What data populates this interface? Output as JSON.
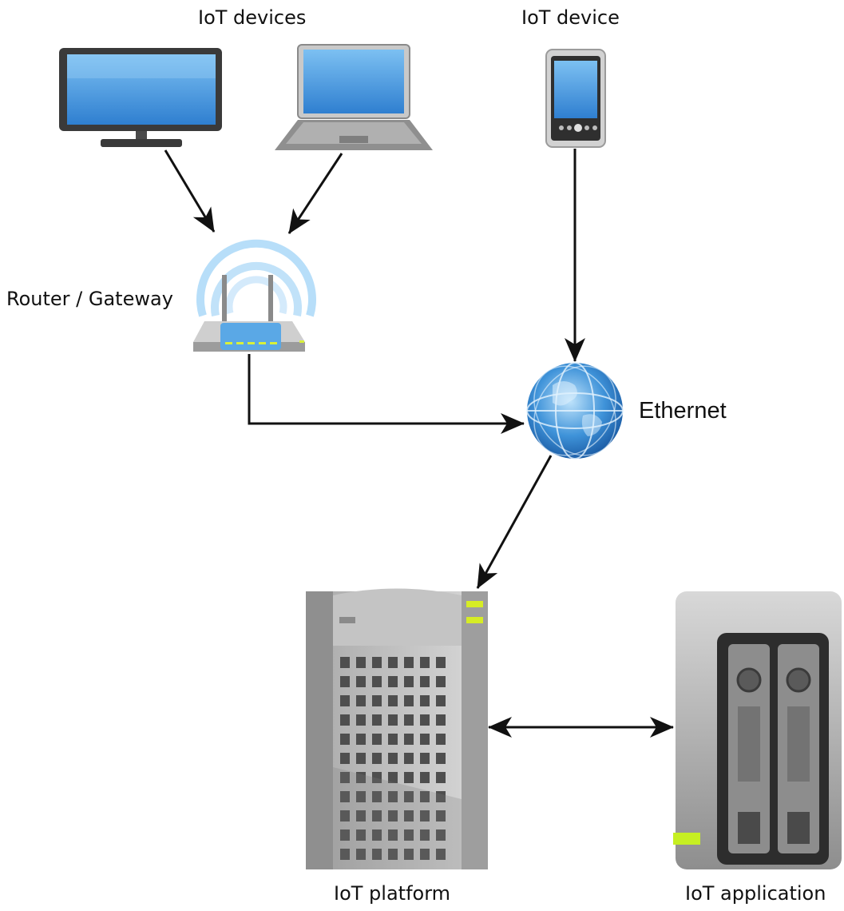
{
  "labels": {
    "iot_devices": "IoT devices",
    "iot_device": "IoT device",
    "router_gateway": "Router / Gateway",
    "ethernet": "Ethernet",
    "iot_platform": "IoT platform",
    "iot_application": "IoT application"
  },
  "icons": {
    "monitor": "desktop-monitor-icon",
    "laptop": "laptop-icon",
    "phone": "smartphone-icon",
    "router": "wifi-router-icon",
    "globe": "globe-icon",
    "server": "server-tower-icon",
    "nas": "nas-storage-icon"
  },
  "colors": {
    "screen_blue": "#3f8ed6",
    "device_gray": "#6f6f6f",
    "led_green": "#c8e61e",
    "arrow": "#111111"
  }
}
